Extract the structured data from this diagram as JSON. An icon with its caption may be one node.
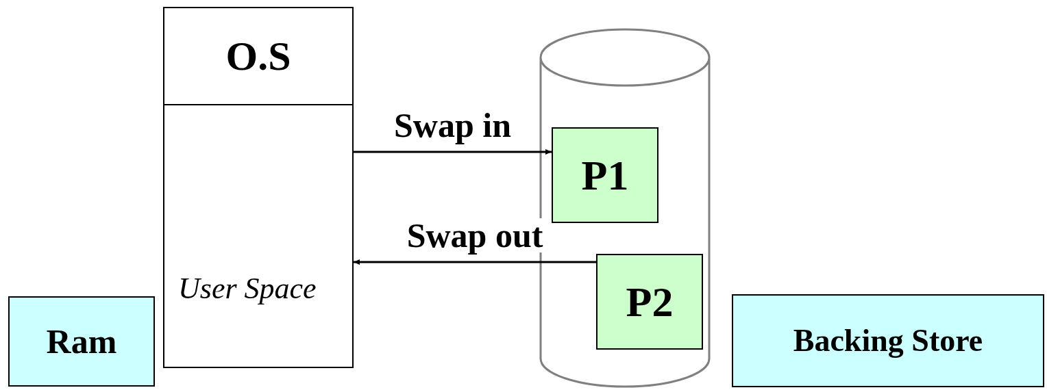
{
  "diagram": {
    "nodes": [
      {
        "text": [
          "O.S"
        ]
      },
      {
        "text": [
          "User Space"
        ]
      },
      {
        "text": [],
        "shape": "cylinder"
      },
      {
        "text": [
          "P1"
        ],
        "in": 2
      },
      {
        "text": [
          "P2"
        ],
        "in": 2
      },
      {
        "text": [
          "Ram"
        ]
      },
      {
        "text": [
          "Backing Store"
        ]
      }
    ],
    "edges": [
      {
        "from": 1,
        "to": 3,
        "arrow": "to",
        "label": "Swap in"
      },
      {
        "from": 4,
        "to": 1,
        "arrow": "to",
        "label": "Swap out"
      }
    ]
  }
}
